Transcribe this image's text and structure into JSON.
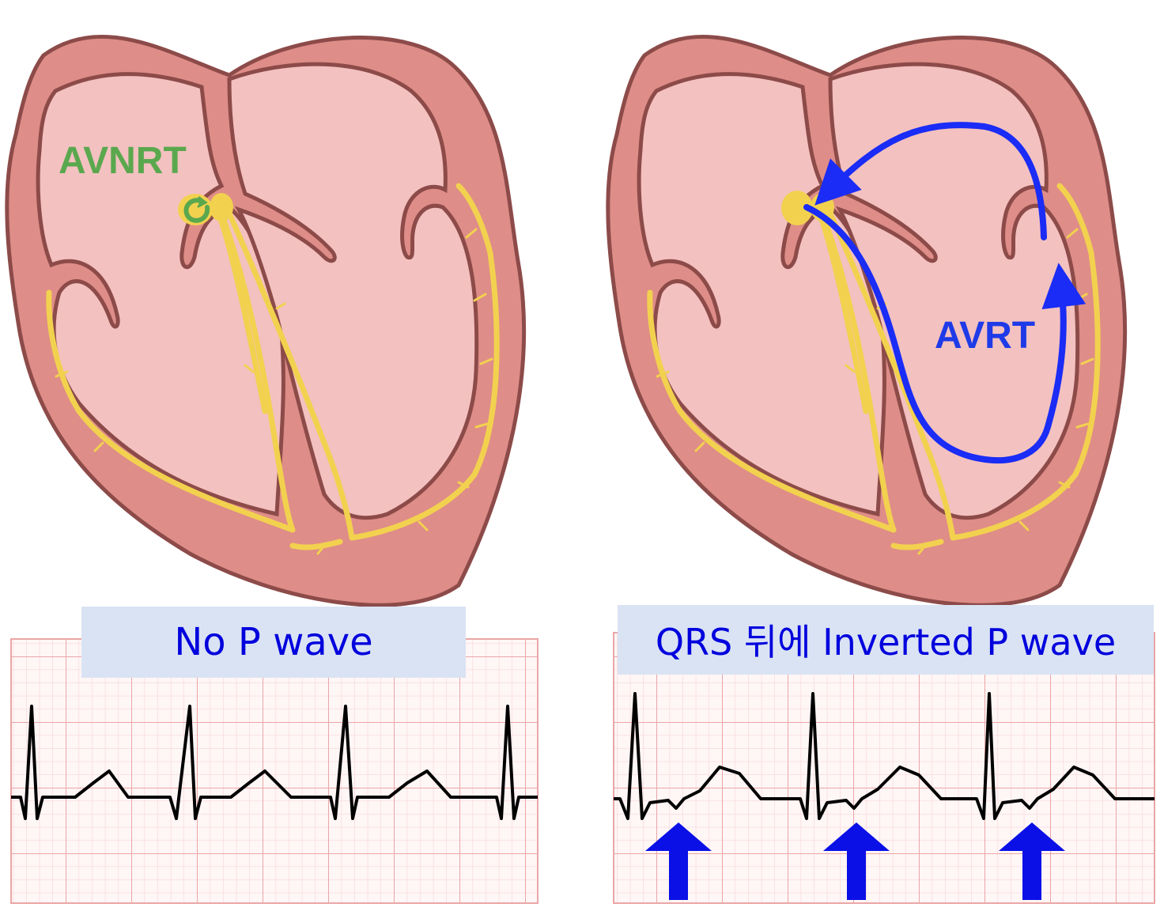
{
  "panels": {
    "left": {
      "label": "AVNRT",
      "caption": "No P wave"
    },
    "right": {
      "label": "AVRT",
      "caption": "QRS 뒤에 Inverted P wave"
    }
  },
  "colors": {
    "avnrt_label": "#5aa84e",
    "avrt_label": "#1f3be8",
    "avrt_arrow": "#1a2cf5",
    "p_wave_arrow": "#0a10e6",
    "myocardium": "#df8d88",
    "outline": "#8c4b49",
    "chamber": "#f3c1c0",
    "conduction": "#f2d14f",
    "caption_bg": "#dae3f3",
    "caption_text": "#0000dd",
    "ecg_grid": "#eaa6a6",
    "ecg_trace": "#000000"
  },
  "icons": [
    "reentry-circular-arrow-icon",
    "p-wave-up-arrow-icon"
  ]
}
